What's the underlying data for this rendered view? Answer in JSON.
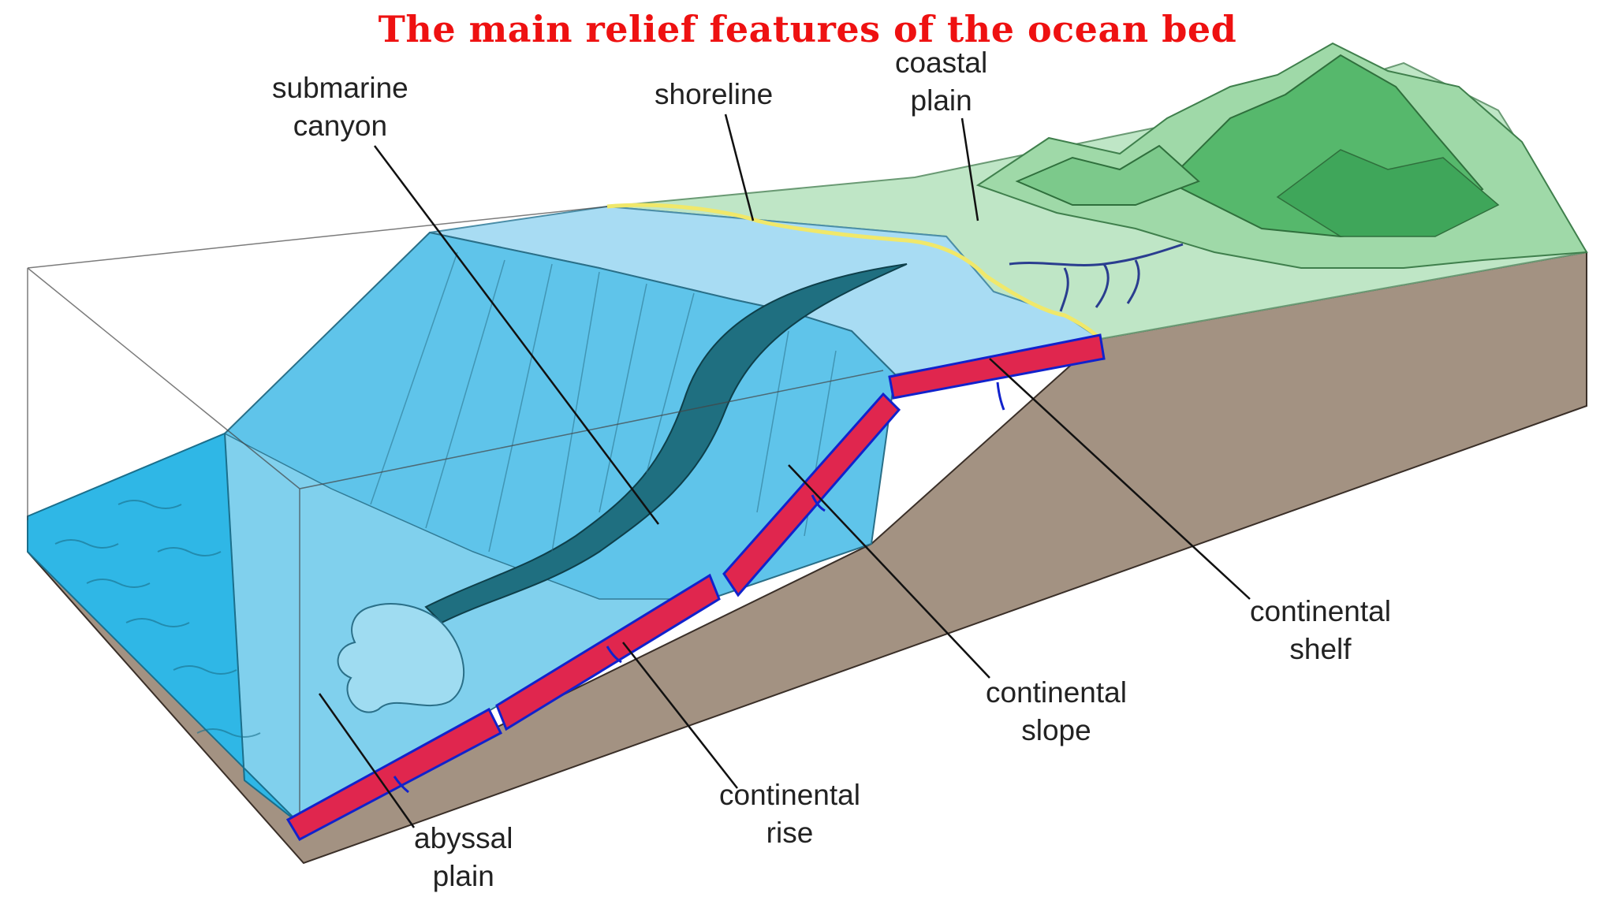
{
  "title": "The main relief features of the ocean bed",
  "labels": {
    "submarine_canyon": [
      "submarine",
      "canyon"
    ],
    "shoreline": [
      "shoreline"
    ],
    "coastal_plain": [
      "coastal",
      "plain"
    ],
    "continental_shelf": [
      "continental",
      "shelf"
    ],
    "continental_slope": [
      "continental",
      "slope"
    ],
    "continental_rise": [
      "continental",
      "rise"
    ],
    "abyssal_plain": [
      "abyssal",
      "plain"
    ]
  },
  "colors": {
    "title": "#ee1111",
    "ocean": "#2fb7e6",
    "shelf_water": "#a8dcf3",
    "slope": "#5fc4ea",
    "canyon": "#1f6f80",
    "land": "#bfe6c6",
    "mountains": "#4fb868",
    "earth": "#a39282",
    "bracket_fill": "#e0264e",
    "bracket_outline": "#1122cc",
    "river": "#2a3d8f",
    "shore": "#f4ef8a"
  }
}
